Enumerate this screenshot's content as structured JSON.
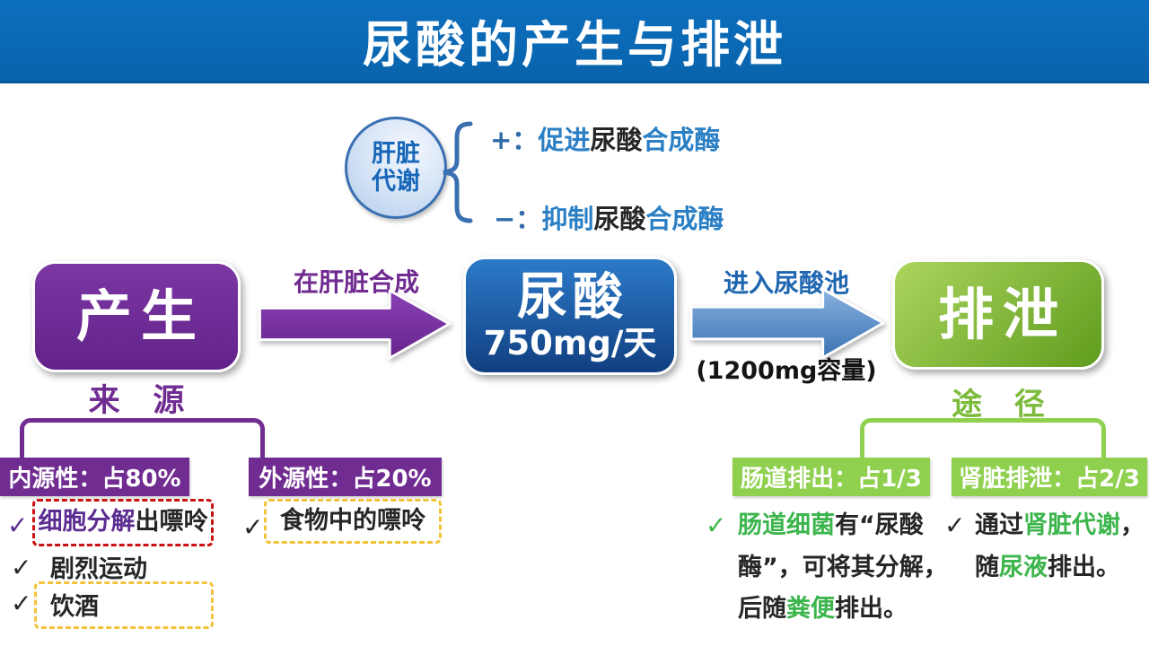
{
  "palette": {
    "banner_blue": "#0A68B5",
    "purple": "#702C91",
    "word_blue": "#2B7FC4",
    "sign_blue": "#2E6DA8",
    "steel_blue": "#3A70B2",
    "circle_text_blue": "#1766B8",
    "uric_box_blue_top": "#2C7AC9",
    "uric_box_blue_bottom": "#113F80",
    "excrete_green_top": "#ABD55E",
    "excrete_green_bottom": "#5F9C1E",
    "lime_green": "#8FD04E",
    "path_label_green": "#7CBA3B",
    "bold_green": "#3CB54C",
    "red_dashed": "#CC1111",
    "yellow_dashed": "#F2C43D",
    "dark_text": "#262626"
  },
  "title": "尿酸的产生与排泄",
  "liver": {
    "circle_line1": "肝脏",
    "circle_line2": "代谢",
    "plus": {
      "sign": "+：",
      "action": "促进",
      "substance": "尿酸",
      "enzyme": "合成酶"
    },
    "minus": {
      "sign": "−：",
      "action": "抑制",
      "substance": "尿酸",
      "enzyme": "合成酶"
    }
  },
  "flow": {
    "produce_label": "产生",
    "source_label": "来 源",
    "arrow1_label": "在肝脏合成",
    "uric_label": "尿酸",
    "uric_amount": "750mg/天",
    "arrow2_label": "进入尿酸池",
    "pool_capacity": "(1200mg容量)",
    "excrete_label": "排泄",
    "path_label": "途 径"
  },
  "sources": {
    "endogenous_header": "内源性：占80%",
    "exogenous_header": "外源性：占20%",
    "item1": {
      "check": "✓",
      "highlight": "细胞分解",
      "rest": "出嘌呤"
    },
    "item2": {
      "check": "✓",
      "text": "剧烈运动"
    },
    "item3": {
      "check": "✓",
      "text": "饮酒"
    },
    "item4": {
      "check": "✓",
      "text": "食物中的嘌呤"
    }
  },
  "excretion": {
    "gut_header": "肠道排出：占1/3",
    "kidney_header": "肾脏排泄：占2/3",
    "gut_note": {
      "check": "✓",
      "l1_green": "肠道细菌",
      "l1_rest": "有“尿酸",
      "l2": "酶”，可将其分解，",
      "l3_pre": "后随",
      "l3_green": "粪便",
      "l3_post": "排出。"
    },
    "kidney_note": {
      "check": "✓",
      "l1_pre": "通过",
      "l1_green": "肾脏代谢",
      "l1_post": "，",
      "l2_pre": "随",
      "l2_green": "尿液",
      "l2_post": "排出。"
    }
  }
}
